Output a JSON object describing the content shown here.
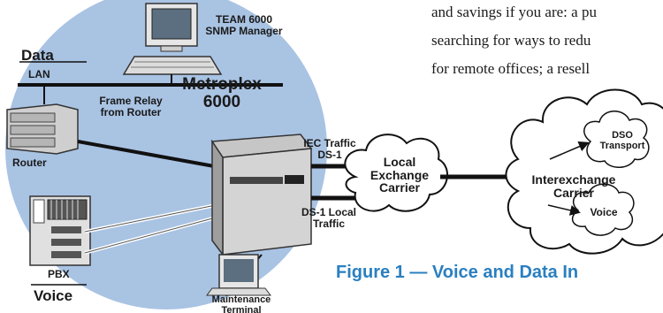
{
  "body_text": {
    "line1": "and savings if you are: a pu",
    "line2": "searching for ways to redu",
    "line3": "for remote offices; a resell"
  },
  "labels": {
    "snmp_manager": "TEAM 6000 SNMP Manager",
    "data": "Data",
    "lan": "LAN",
    "frame_relay": "Frame Relay from Router",
    "metroplex": "Metroplex 6000",
    "router": "Router",
    "iec_traffic": "IEC Traffic DS-1",
    "ds1_local": "DS-1 Local Traffic",
    "local_exchange": "Local Exchange Carrier",
    "interexchange": "Interexchange Carrier",
    "dso_transport": "DSO Transport",
    "voice_cloud": "Voice",
    "pbx": "PBX",
    "voice": "Voice",
    "maintenance_terminal": "Maintenance Terminal"
  },
  "figure_caption": "Figure 1 — Voice and Data In",
  "colors": {
    "circle_fill": "#a9c3e3",
    "caption": "#2a7fc0",
    "line": "#111111"
  }
}
